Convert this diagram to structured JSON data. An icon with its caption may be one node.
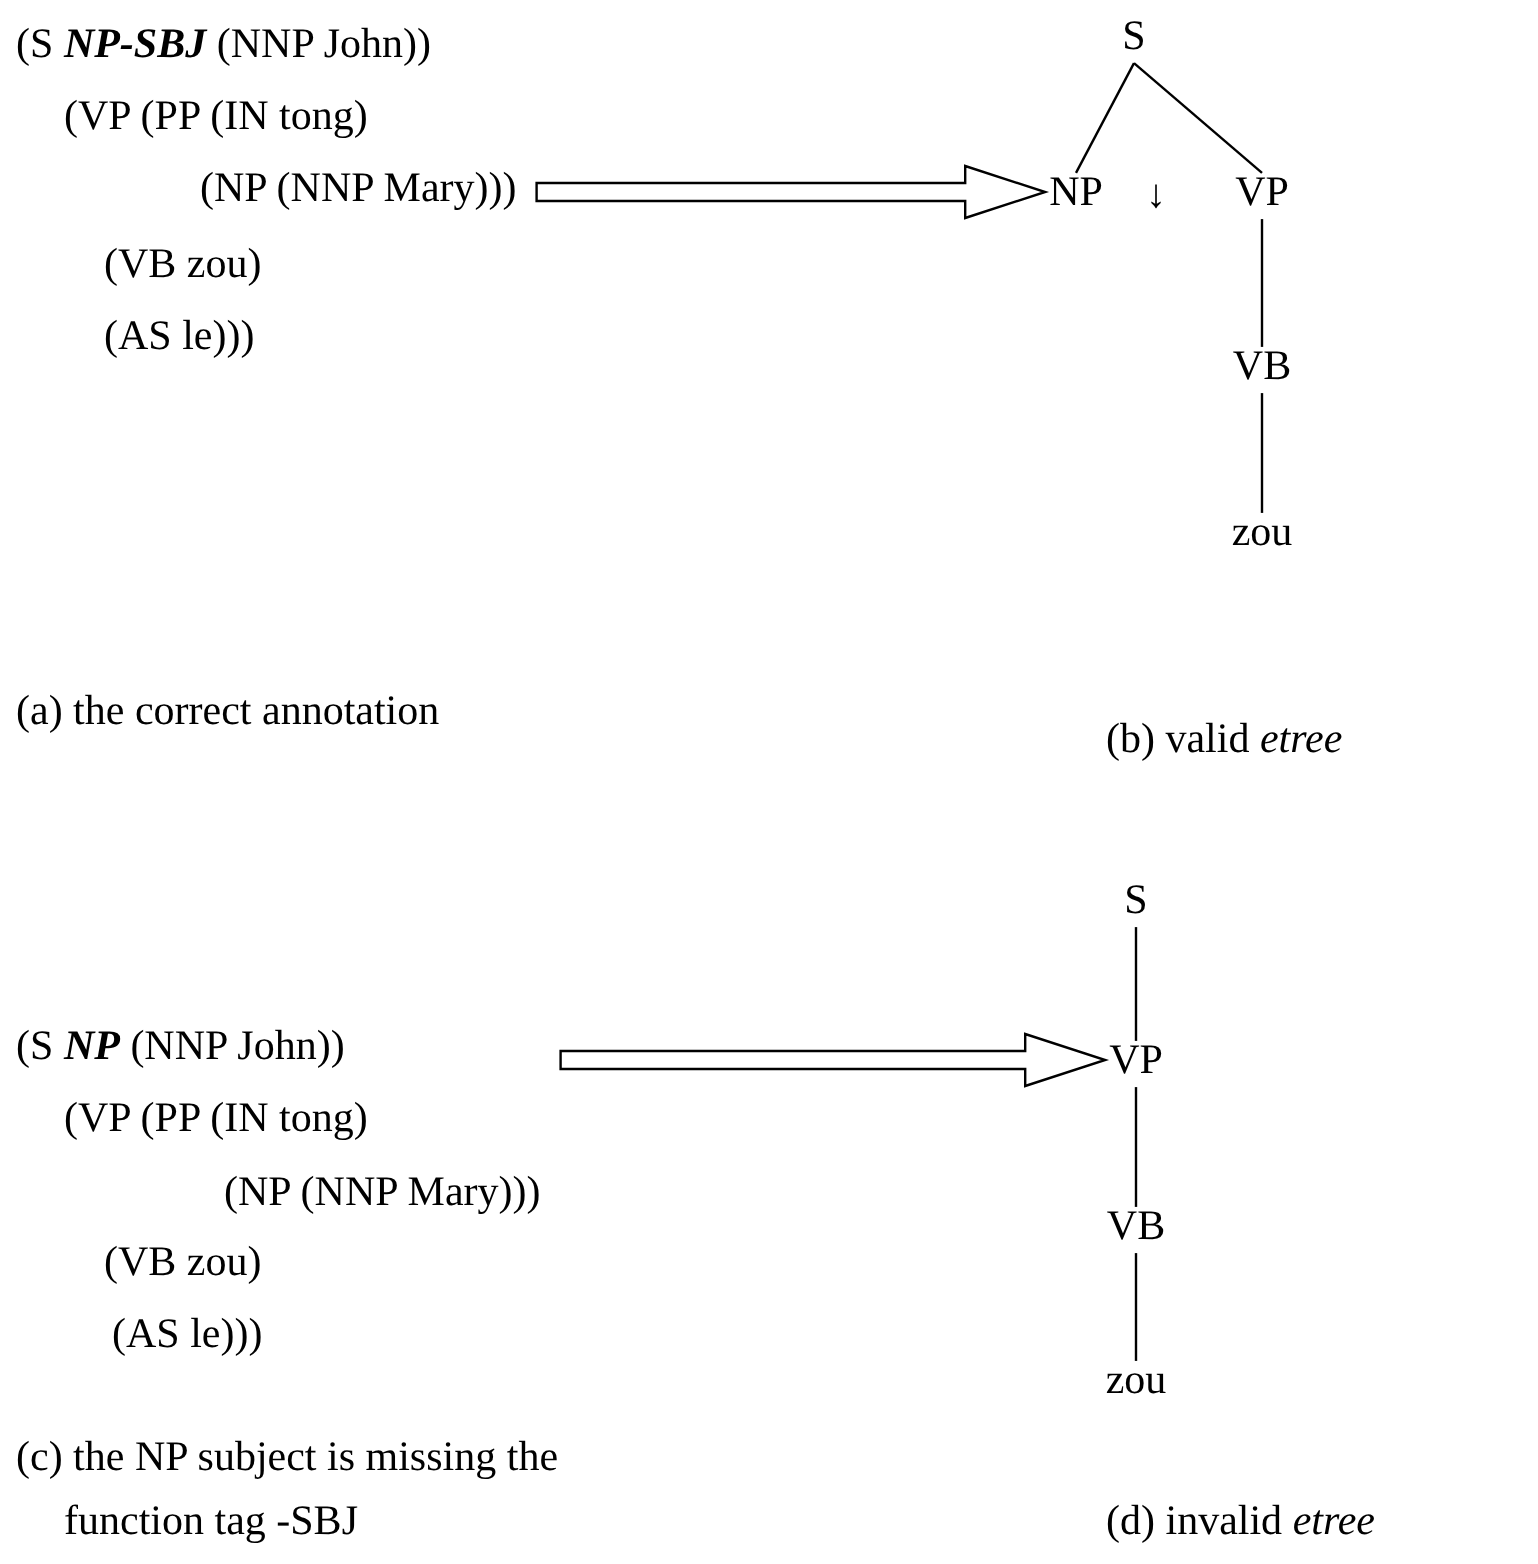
{
  "diagram": {
    "nodes": [
      {
        "text": [
          "(S **NP-SBJ** (NNP John))",
          "(VP (PP (IN tong)",
          "(NP (NNP Mary)))",
          "(VB zou)",
          "(AS le)))"
        ]
      },
      {
        "text": [
          "S"
        ]
      },
      {
        "text": [
          "NP"
        ],
        "beside": [
          "↓"
        ]
      },
      {
        "text": [
          "VP"
        ]
      },
      {
        "text": [
          "VB"
        ]
      },
      {
        "text": [
          "zou"
        ]
      },
      {
        "text": [
          "(S **NP** (NNP John))",
          "(VP (PP (IN tong)",
          "(NP (NNP Mary)))",
          "(VB zou)",
          "(AS le)))"
        ]
      },
      {
        "text": [
          "S"
        ]
      },
      {
        "text": [
          "VP"
        ]
      },
      {
        "text": [
          "VB"
        ]
      },
      {
        "text": [
          "zou"
        ]
      }
    ],
    "edges": [
      {
        "from": 1,
        "to": 2,
        "arrow": "none"
      },
      {
        "from": 1,
        "to": 3,
        "arrow": "none"
      },
      {
        "from": 3,
        "to": 4,
        "arrow": "none"
      },
      {
        "from": 4,
        "to": 5,
        "arrow": "none"
      },
      {
        "from": 0,
        "to": 2,
        "arrow": "to"
      },
      {
        "from": 7,
        "to": 8,
        "arrow": "none"
      },
      {
        "from": 8,
        "to": 9,
        "arrow": "none"
      },
      {
        "from": 9,
        "to": 10,
        "arrow": "none"
      },
      {
        "from": 6,
        "to": 8,
        "arrow": "to"
      }
    ],
    "labels": [
      "(a) the correct annotation",
      "(b) valid *etree*",
      "(c) the NP subject is missing the function tag -SBJ",
      "(d) invalid *etree*"
    ]
  }
}
